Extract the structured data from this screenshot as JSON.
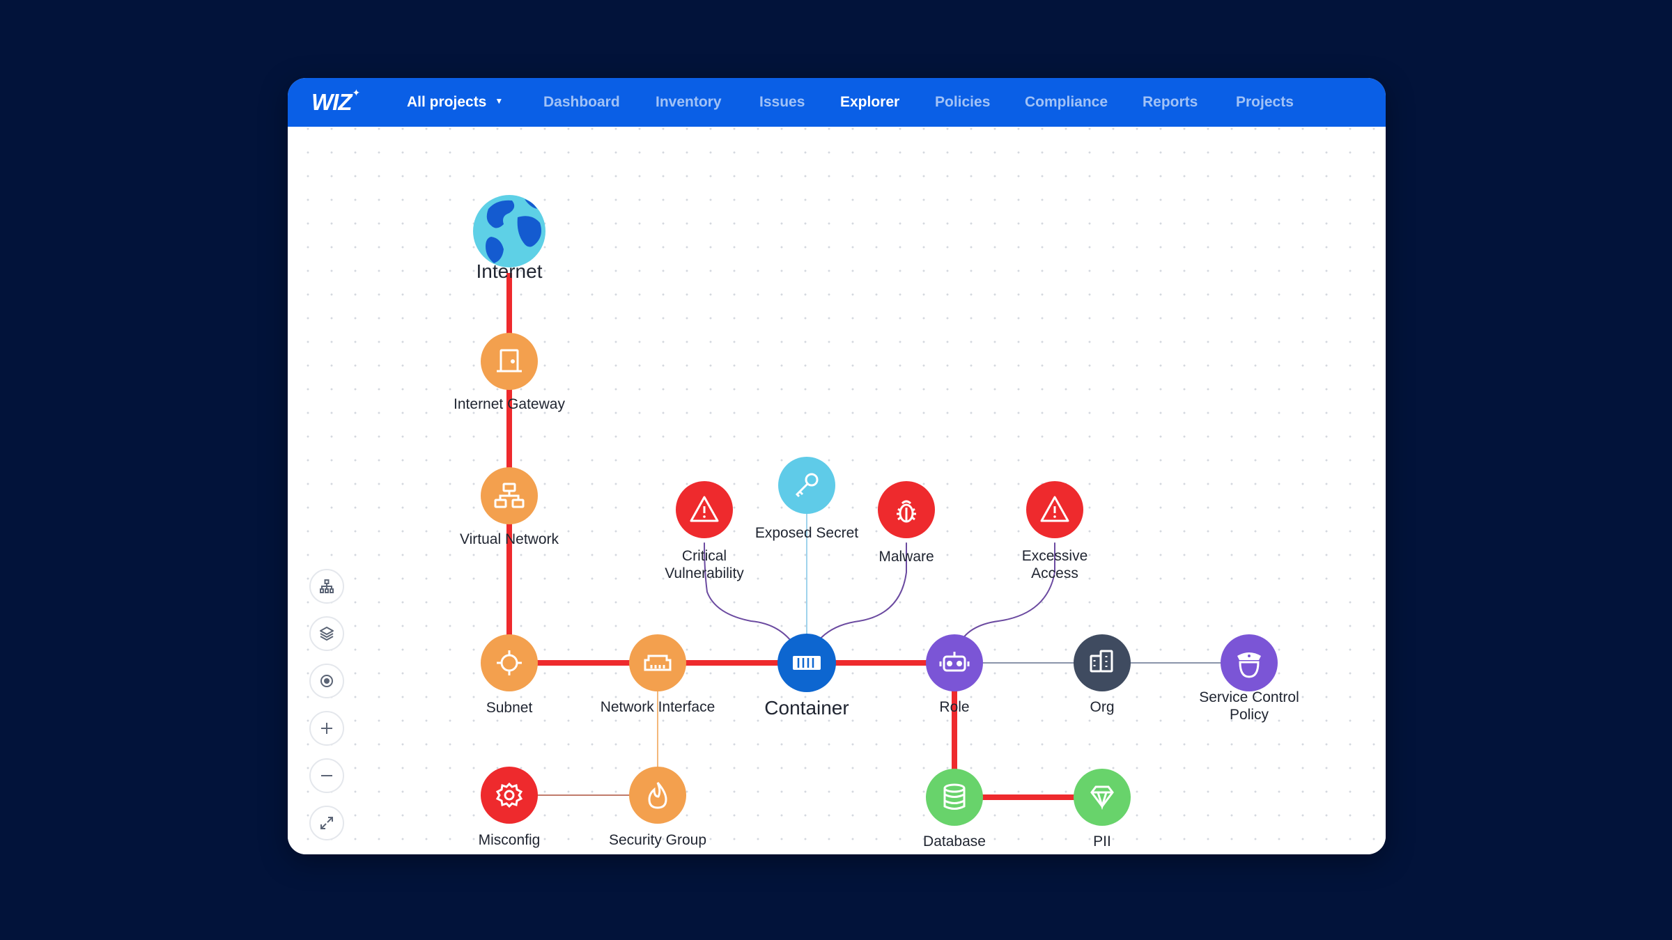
{
  "nav": {
    "logo": "WIZ",
    "project_selector": "All projects",
    "items": [
      "Dashboard",
      "Inventory",
      "Issues",
      "Explorer",
      "Policies",
      "Compliance",
      "Reports",
      "Projects"
    ],
    "active": "Explorer"
  },
  "graph": {
    "nodes": {
      "internet": {
        "label": "Internet",
        "icon": "globe-icon"
      },
      "internet_gateway": {
        "label": "Internet Gateway",
        "icon": "door-icon"
      },
      "virtual_network": {
        "label": "Virtual Network",
        "icon": "network-icon"
      },
      "subnet": {
        "label": "Subnet",
        "icon": "subnet-icon"
      },
      "network_interface": {
        "label": "Network Interface",
        "icon": "ethernet-icon"
      },
      "container": {
        "label": "Container",
        "icon": "container-icon"
      },
      "role": {
        "label": "Role",
        "icon": "robot-icon"
      },
      "org": {
        "label": "Org",
        "icon": "building-icon"
      },
      "service_control_policy": {
        "label_line1": "Service Control",
        "label_line2": "Policy",
        "icon": "police-icon"
      },
      "misconfig": {
        "label": "Misconfig",
        "icon": "gear-icon"
      },
      "security_group": {
        "label": "Security Group",
        "icon": "flame-icon"
      },
      "database": {
        "label": "Database",
        "icon": "database-icon"
      },
      "pii": {
        "label": "PII",
        "icon": "gem-icon"
      },
      "critical_vulnerability": {
        "label_line1": "Critical",
        "label_line2": "Vulnerability",
        "icon": "warning-icon"
      },
      "exposed_secret": {
        "label": "Exposed Secret",
        "icon": "key-icon"
      },
      "malware": {
        "label": "Malware",
        "icon": "bug-icon"
      },
      "excessive_access": {
        "label_line1": "Excessive",
        "label_line2": "Access",
        "icon": "warning-icon"
      }
    }
  },
  "colors": {
    "background": "#02133a",
    "navbar": "#0a5fe6",
    "attack_path": "#ee2a2d",
    "orange": "#f3a04e",
    "red": "#ee2a2d",
    "blue": "#0d66d0",
    "light_blue": "#5fcbe8",
    "purple": "#7b55d6",
    "slate": "#3f4b60",
    "green": "#68d36b"
  },
  "toolbar": [
    "hierarchy-icon",
    "layers-icon",
    "focus-icon",
    "zoom-in-icon",
    "zoom-out-icon",
    "expand-icon"
  ]
}
